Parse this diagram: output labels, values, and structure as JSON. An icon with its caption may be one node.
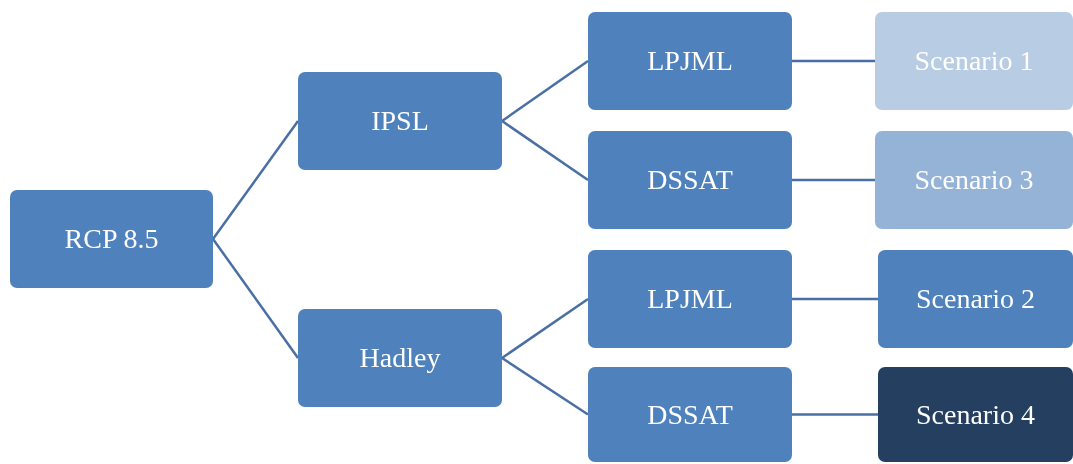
{
  "diagram": {
    "nodes": [
      {
        "text": [
          "RCP 8.5"
        ]
      },
      {
        "text": [
          "IPSL"
        ]
      },
      {
        "text": [
          "Hadley"
        ]
      },
      {
        "text": [
          "LPJML"
        ]
      },
      {
        "text": [
          "DSSAT"
        ]
      },
      {
        "text": [
          "LPJML"
        ]
      },
      {
        "text": [
          "DSSAT"
        ]
      },
      {
        "text": [
          "Scenario 1"
        ]
      },
      {
        "text": [
          "Scenario 3"
        ]
      },
      {
        "text": [
          "Scenario 2"
        ]
      },
      {
        "text": [
          "Scenario 4"
        ]
      }
    ],
    "edges": [
      {
        "from": 0,
        "to": 1,
        "arrow": "none"
      },
      {
        "from": 0,
        "to": 2,
        "arrow": "none"
      },
      {
        "from": 1,
        "to": 3,
        "arrow": "none"
      },
      {
        "from": 1,
        "to": 4,
        "arrow": "none"
      },
      {
        "from": 2,
        "to": 5,
        "arrow": "none"
      },
      {
        "from": 2,
        "to": 6,
        "arrow": "none"
      },
      {
        "from": 3,
        "to": 7,
        "arrow": "none"
      },
      {
        "from": 4,
        "to": 8,
        "arrow": "none"
      },
      {
        "from": 5,
        "to": 9,
        "arrow": "none"
      },
      {
        "from": 6,
        "to": 10,
        "arrow": "none"
      }
    ]
  }
}
